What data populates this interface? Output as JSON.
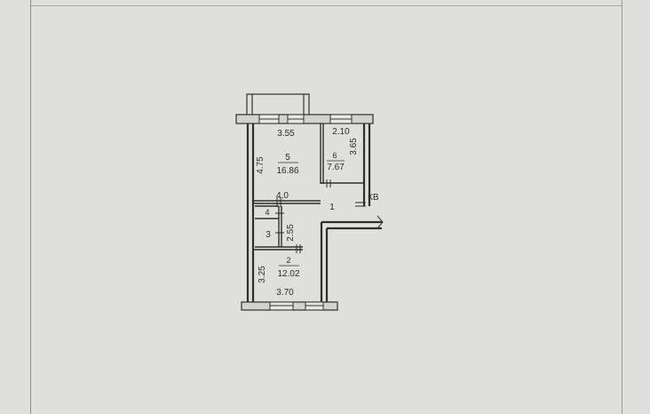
{
  "plan": {
    "rooms": [
      {
        "id": "room-5",
        "number": "5",
        "area": "16.86"
      },
      {
        "id": "room-6",
        "number": "6",
        "area": "7.67"
      },
      {
        "id": "room-1",
        "number": "1"
      },
      {
        "id": "room-2",
        "number": "2",
        "area": "12.02"
      },
      {
        "id": "room-3",
        "number": "3"
      },
      {
        "id": "room-4",
        "number": "4"
      }
    ],
    "dimensions": {
      "top_left": "3.55",
      "top_right": "2.10",
      "left_upper": "4.75",
      "right_upper": "3.65",
      "middle": "4,0",
      "middle_vertical": "2.55",
      "left_lower": "3.25",
      "bottom": "3.70"
    },
    "entrance_label": "КВ"
  }
}
